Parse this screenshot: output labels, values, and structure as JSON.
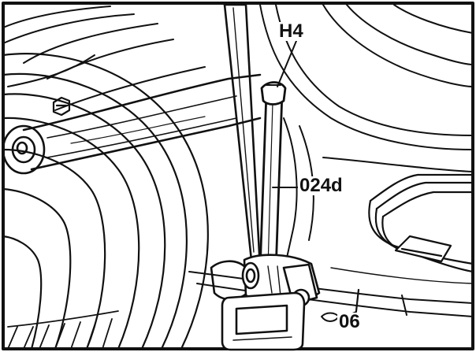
{
  "callouts": {
    "h4": "H4",
    "024d": "024d",
    "06": "06"
  },
  "colors": {
    "ink": "#111111",
    "paper": "#ffffff"
  }
}
